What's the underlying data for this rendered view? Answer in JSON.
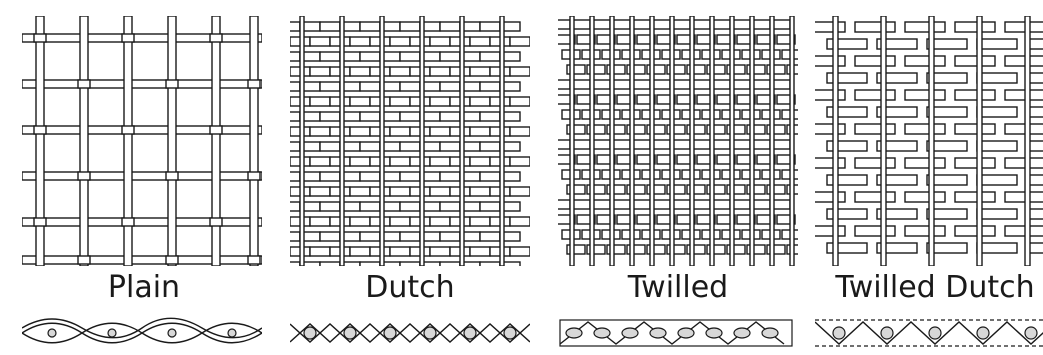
{
  "weaves": [
    {
      "id": "plain",
      "label": "Plain"
    },
    {
      "id": "dutch",
      "label": "Dutch"
    },
    {
      "id": "twilled",
      "label": "Twilled"
    },
    {
      "id": "twilled-dutch",
      "label": "Twilled Dutch"
    }
  ]
}
